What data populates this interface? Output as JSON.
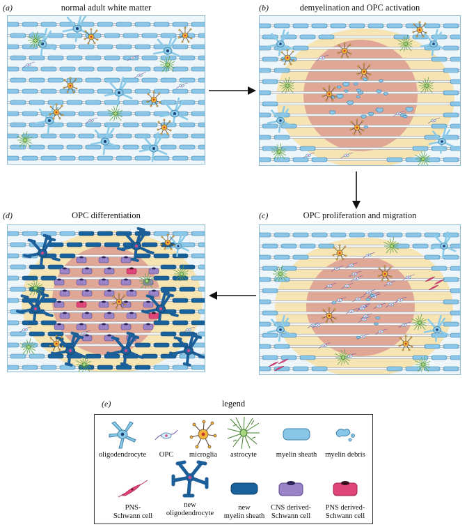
{
  "panels": {
    "a": {
      "label": "(a)",
      "title": "normal adult white matter"
    },
    "b": {
      "label": "(b)",
      "title": "demyelination and OPC activation"
    },
    "c": {
      "label": "(c)",
      "title": "OPC proliferation and migration"
    },
    "d": {
      "label": "(d)",
      "title": "OPC differentiation"
    }
  },
  "legend": {
    "label": "(e)",
    "title": "legend",
    "row1": [
      "oligodendrocyte",
      "OPC",
      "microglia",
      "astrocyte",
      "myelin sheath",
      "myelin debris"
    ],
    "row2": [
      [
        "PNS-",
        "Schwann cell"
      ],
      [
        "new",
        "oligodendrocyte"
      ],
      [
        "new",
        "myelin sheath"
      ],
      [
        "CNS derived-",
        "Schwann cell"
      ],
      [
        "PNS derived-",
        "Schwann cell"
      ]
    ]
  },
  "colors": {
    "panel_bg": "#eef6fa",
    "axon": "#f4f6f8",
    "myelin": "#89c6e8",
    "new_myelin": "#17629c",
    "oligodendrocyte": "#8ccbe8",
    "new_oligodendrocyte": "#1c5f98",
    "microglia": "#f3b53a",
    "astrocyte": "#5fa342",
    "lesion_outer": "#f7e4b3",
    "lesion_inner": "#e0a696",
    "pns_schwann": "#e0457a",
    "cns_schwann": "#9b83c8"
  }
}
